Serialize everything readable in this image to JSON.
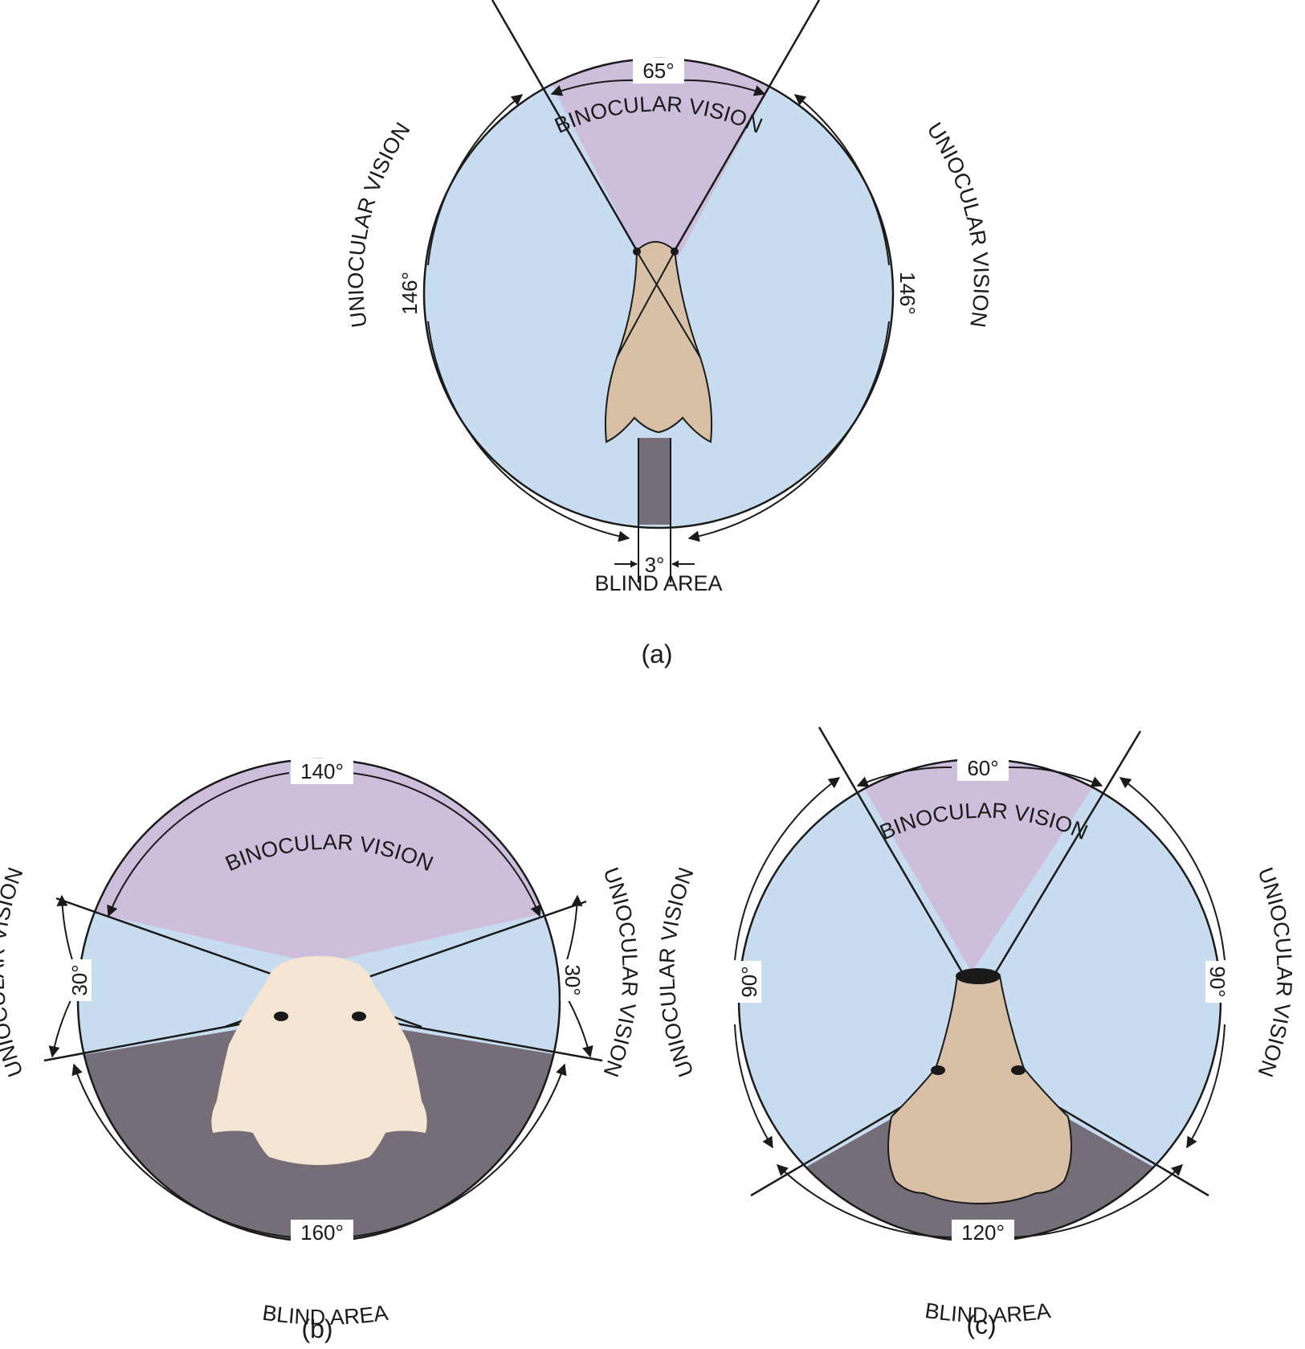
{
  "colors": {
    "binocular": "#cdbfdc",
    "unilocular": "#c8dcf0",
    "blind": "#756e78",
    "head_a": "#d8c0a6",
    "head_b": "#f5e5d2",
    "head_c": "#d8c0a6",
    "line": "#1a1a1a"
  },
  "a": {
    "caption": "(a)",
    "binocular_label": "BINOCULAR VISION",
    "binocular_deg": "65°",
    "left_label": "UNIOCULAR VISION",
    "left_deg": "146°",
    "right_label": "UNIOCULAR VISION",
    "right_deg": "146°",
    "blind_label": "BLIND AREA",
    "blind_deg": "3°"
  },
  "b": {
    "caption": "(b)",
    "binocular_label": "BINOCULAR VISION",
    "binocular_deg": "140°",
    "left_label": "UNIOCULAR VISION",
    "left_deg": "30°",
    "right_label": "UNIOCULAR VISION",
    "right_deg": "30°",
    "blind_label": "BLIND AREA",
    "blind_deg": "160°"
  },
  "c": {
    "caption": "(c)",
    "binocular_label": "BINOCULAR VISION",
    "binocular_deg": "60°",
    "left_label": "UNIOCULAR VISION",
    "left_deg": "90°",
    "right_label": "UNIOCULAR VISION",
    "right_deg": "90°",
    "blind_label": "BLIND AREA",
    "blind_deg": "120°"
  }
}
